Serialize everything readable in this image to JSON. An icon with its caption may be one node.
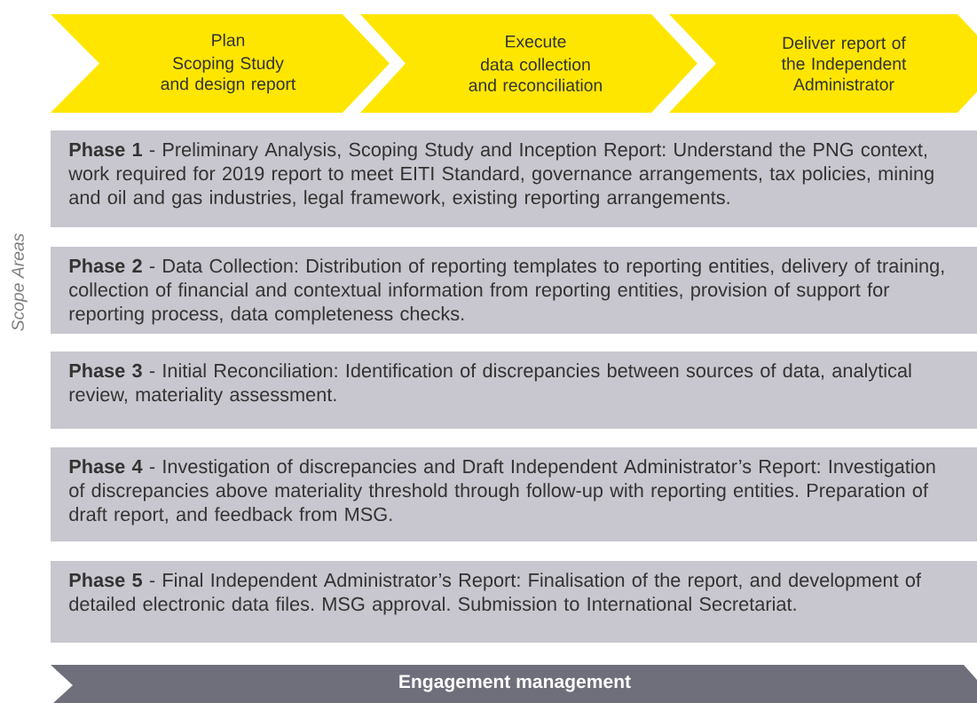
{
  "diagram": {
    "nodes": [
      {
        "text": [
          "Plan",
          "Scoping Study and design report"
        ]
      },
      {
        "text": [
          "Execute",
          "data collection and reconciliation"
        ]
      },
      {
        "text": [
          "Deliver report of the Independent Administrator"
        ]
      },
      {
        "text": [
          "**Phase 1** - Preliminary Analysis, Scoping Study and Inception Report: Understand the PNG context, work required for 2019 report to meet EITI Standard, governance arrangements, tax policies, mining and oil and gas industries, legal framework, existing reporting arrangements."
        ]
      },
      {
        "text": [
          "**Phase 2** - Data Collection: Distribution of reporting templates to reporting entities, delivery of training, collection of financial and contextual information from reporting entities, provision of support for reporting process, data completeness checks."
        ]
      },
      {
        "text": [
          "**Phase 3** - Initial Reconciliation: Identification of discrepancies between sources of data, analytical review, materiality assessment."
        ]
      },
      {
        "text": [
          "**Phase 4** - Investigation of discrepancies and Draft Independent Administrator’s Report: Investigation of discrepancies above materiality threshold through follow-up with reporting entities. Preparation of draft report, and feedback from MSG."
        ]
      },
      {
        "text": [
          "**Phase 5** - Final Independent Administrator’s Report: Finalisation of the report, and development of detailed electronic data files. MSG approval. Submission to International Secretariat."
        ]
      },
      {
        "text": [
          "Engagement management"
        ]
      }
    ],
    "labels": [
      "Scope Areas"
    ]
  }
}
